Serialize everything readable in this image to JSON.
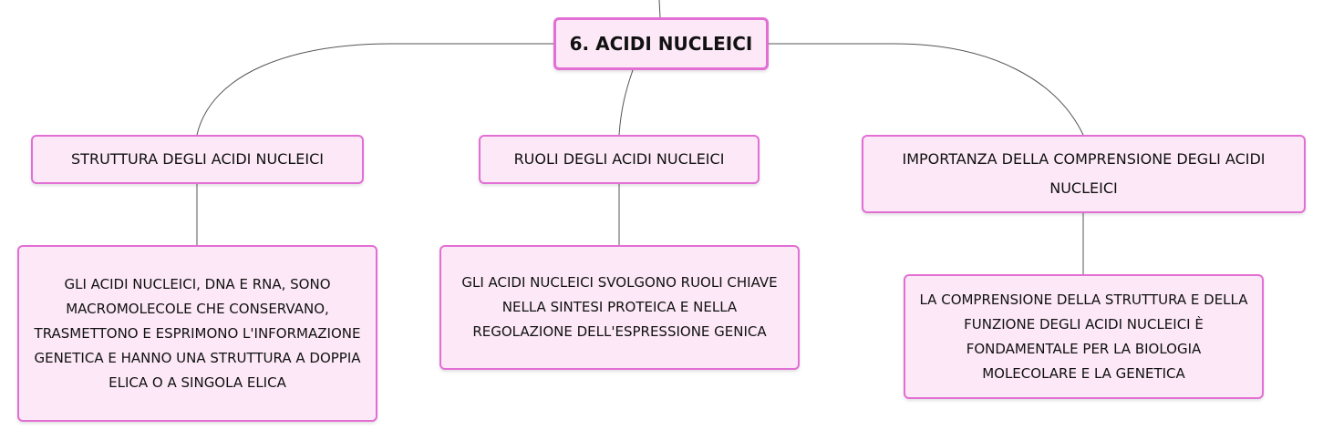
{
  "root": {
    "label": "6. ACIDI NUCLEICI"
  },
  "topics": [
    {
      "label": "STRUTTURA DEGLI ACIDI NUCLEICI",
      "detail": "GLI ACIDI NUCLEICI, DNA E RNA, SONO MACROMOLECOLE CHE CONSERVANO, TRASMETTONO E ESPRIMONO L'INFORMAZIONE GENETICA E HANNO UNA STRUTTURA A DOPPIA ELICA O A SINGOLA ELICA"
    },
    {
      "label": "RUOLI DEGLI ACIDI NUCLEICI",
      "detail": "GLI ACIDI NUCLEICI SVOLGONO RUOLI CHIAVE NELLA SINTESI PROTEICA E NELLA REGOLAZIONE DELL'ESPRESSIONE GENICA"
    },
    {
      "label": "IMPORTANZA DELLA COMPRENSIONE DEGLI ACIDI NUCLEICI",
      "detail": "LA COMPRENSIONE DELLA STRUTTURA E DELLA FUNZIONE DEGLI ACIDI NUCLEICI È FONDAMENTALE PER LA BIOLOGIA MOLECOLARE E LA GENETICA"
    }
  ],
  "colors": {
    "node_fill": "#fce8f7",
    "node_border": "#e26fd4",
    "connector": "#555555"
  }
}
